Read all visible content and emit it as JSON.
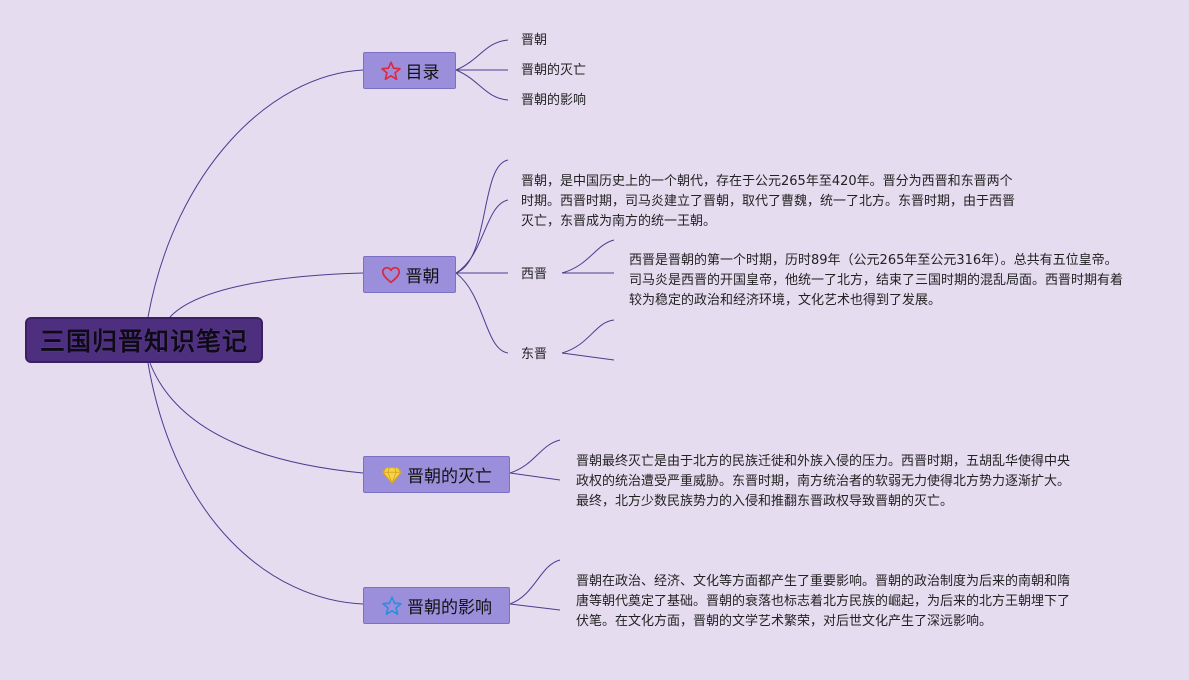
{
  "root": {
    "title": "三国归晋知识笔记"
  },
  "branches": [
    {
      "label": "目录",
      "icon": "star-outline-icon",
      "icon_color": "#e0283e",
      "items": [
        "晋朝",
        "晋朝的灭亡",
        "晋朝的影响"
      ]
    },
    {
      "label": "晋朝",
      "icon": "heart-outline-icon",
      "icon_color": "#d8283c",
      "intro": "晋朝，是中国历史上的一个朝代，存在于公元265年至420年。晋分为西晋和东晋两个时期。西晋时期，司马炎建立了晋朝，取代了曹魏，统一了北方。东晋时期，由于西晋灭亡，东晋成为南方的统一王朝。",
      "children": [
        {
          "label": "西晋",
          "detail": "西晋是晋朝的第一个时期，历时89年（公元265年至公元316年）。总共有五位皇帝。司马炎是西晋的开国皇帝，他统一了北方，结束了三国时期的混乱局面。西晋时期有着较为稳定的政治和经济环境，文化艺术也得到了发展。"
        },
        {
          "label": "东晋",
          "detail": ""
        }
      ]
    },
    {
      "label": "晋朝的灭亡",
      "icon": "diamond-icon",
      "icon_color": "#f2c21b",
      "detail": "晋朝最终灭亡是由于北方的民族迁徙和外族入侵的压力。西晋时期，五胡乱华使得中央政权的统治遭受严重威胁。东晋时期，南方统治者的软弱无力使得北方势力逐渐扩大。最终，北方少数民族势力的入侵和推翻东晋政权导致晋朝的灭亡。"
    },
    {
      "label": "晋朝的影响",
      "icon": "star-outline-icon",
      "icon_color": "#2b8fe0",
      "detail": "晋朝在政治、经济、文化等方面都产生了重要影响。晋朝的政治制度为后来的南朝和隋唐等朝代奠定了基础。晋朝的衰落也标志着北方民族的崛起，为后来的北方王朝埋下了伏笔。在文化方面，晋朝的文学艺术繁荣，对后世文化产生了深远影响。"
    }
  ],
  "colors": {
    "background": "#e6dcf0",
    "root": "#4e2f7f",
    "branch": "#9b8fdc",
    "line": "#4a3d8f"
  }
}
